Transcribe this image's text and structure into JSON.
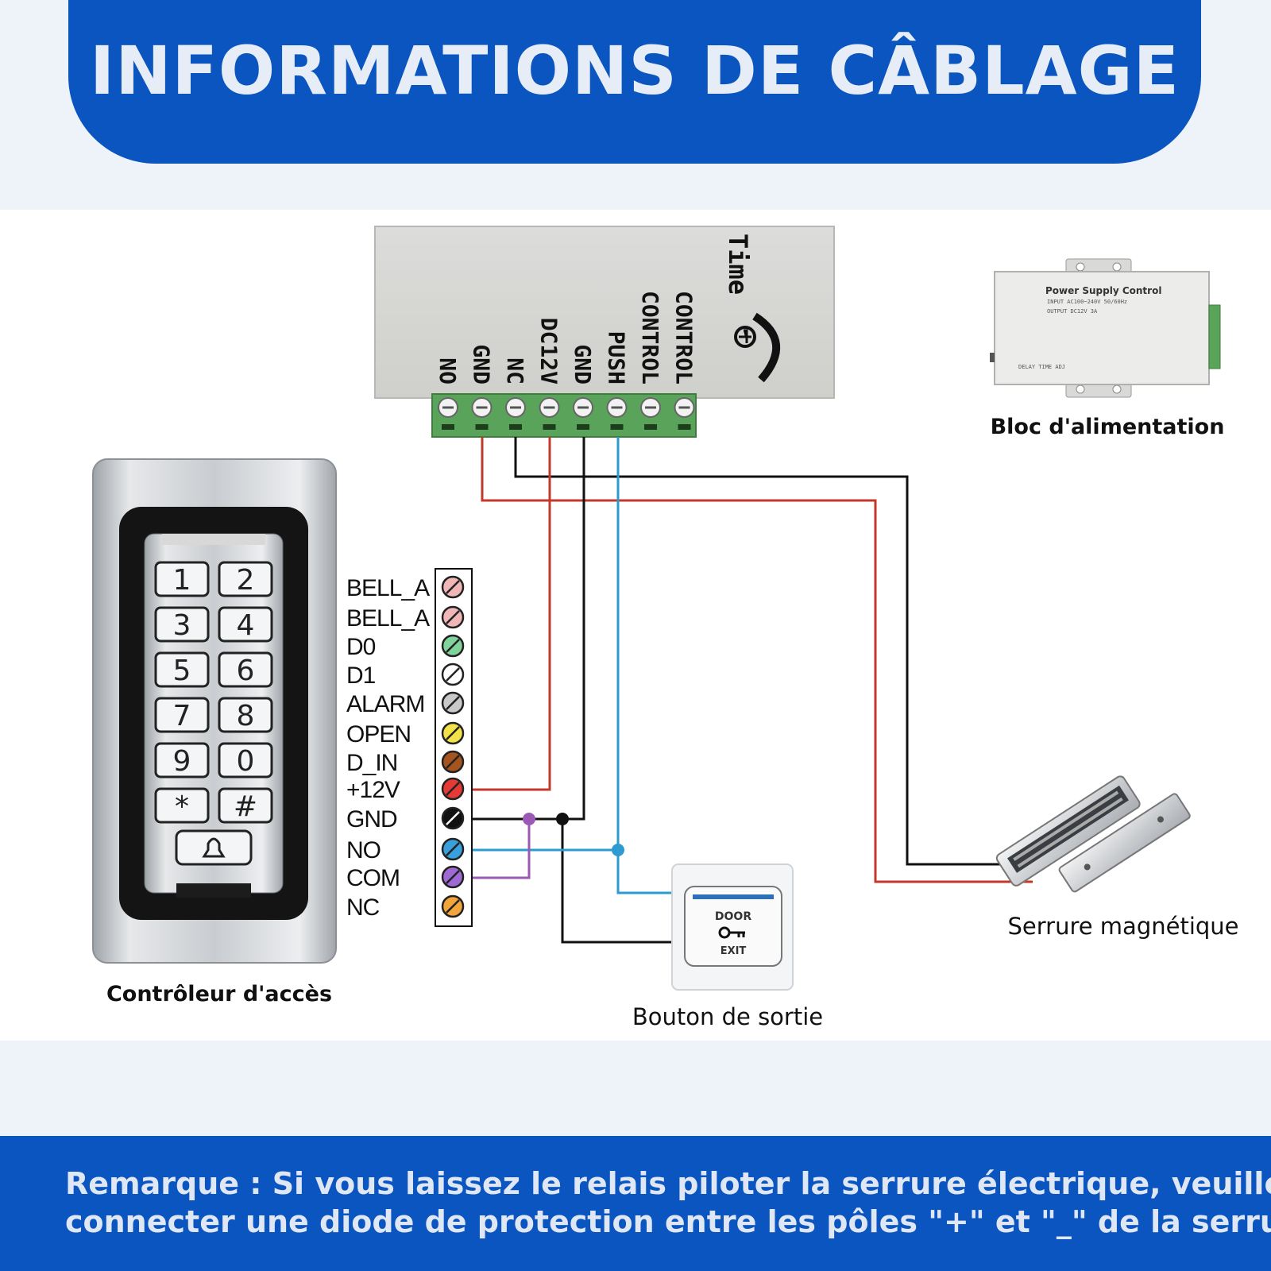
{
  "header": {
    "title": "INFORMATIONS DE CÂBLAGE"
  },
  "power_controller": {
    "brand": "Time",
    "terminals": [
      "NO",
      "GND",
      "NC",
      "DC12V",
      "GND",
      "PUSH",
      "CONTROL",
      "CONTROL"
    ]
  },
  "power_supply": {
    "caption": "Bloc d'alimentation",
    "label": "Power Supply Control"
  },
  "access_controller": {
    "caption": "Contrôleur d'accès",
    "keys": [
      "1",
      "2",
      "3",
      "4",
      "5",
      "6",
      "7",
      "8",
      "9",
      "0",
      "*",
      "#"
    ],
    "bell_icon": "bell-icon",
    "terminals": [
      {
        "label": "BELL_A",
        "color": "#f1b7b7"
      },
      {
        "label": "BELL_A",
        "color": "#f1b7b7"
      },
      {
        "label": "D0",
        "color": "#7fd39b"
      },
      {
        "label": "D1",
        "color": "#ffffff"
      },
      {
        "label": "ALARM",
        "color": "#c9c9c9"
      },
      {
        "label": "OPEN",
        "color": "#f4e24a"
      },
      {
        "label": "D_IN",
        "color": "#a5541f"
      },
      {
        "label": "+12V",
        "color": "#e53935"
      },
      {
        "label": "GND",
        "color": "#111111"
      },
      {
        "label": "NO",
        "color": "#3aa0dd"
      },
      {
        "label": "COM",
        "color": "#a06ad6"
      },
      {
        "label": "NC",
        "color": "#f3a53b"
      }
    ]
  },
  "exit_button": {
    "caption": "Bouton de sortie",
    "line1": "DOOR",
    "line2": "EXIT"
  },
  "magnetic_lock": {
    "caption": "Serrure magnétique"
  },
  "wire_colors": {
    "red": "#c0392b",
    "black": "#111111",
    "blue": "#2e9bd0",
    "purple": "#9b59b6"
  },
  "note": {
    "line1": "Remarque : Si vous laissez le relais piloter la serrure électrique, veuillez",
    "line2": "connecter une diode de protection entre les pôles \"+\" et \"_\" de la serrure"
  }
}
